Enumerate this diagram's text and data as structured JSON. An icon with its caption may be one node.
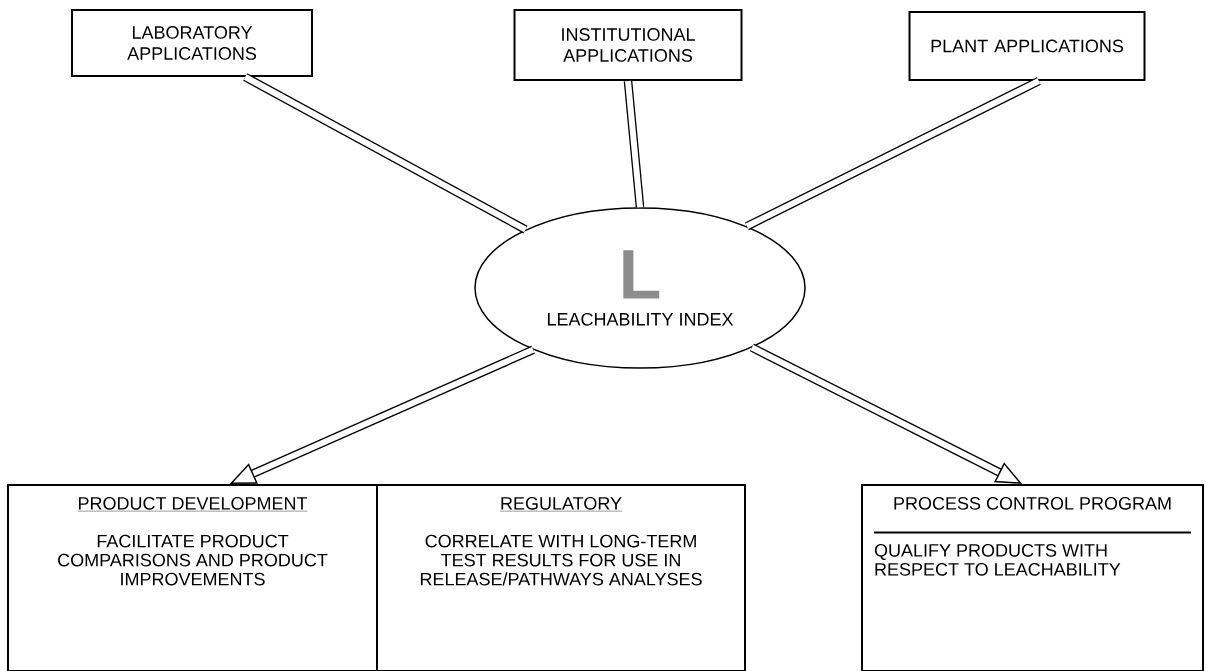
{
  "diagram": {
    "nodes": [
      {
        "text": [
          "LABORATORY APPLICATIONS"
        ]
      },
      {
        "text": [
          "INSTITUTIONAL APPLICATIONS"
        ]
      },
      {
        "text": [
          "PLANT APPLICATIONS"
        ]
      },
      {
        "text": [
          "L",
          "LEACHABILITY INDEX"
        ]
      },
      {
        "text": [
          "PRODUCT DEVELOPMENT",
          "FACILITATE PRODUCT COMPARISONS AND PRODUCT IMPROVEMENTS"
        ]
      },
      {
        "text": [
          "REGULATORY",
          "CORRELATE WITH LONG-TERM TEST RESULTS FOR USE IN RELEASE/PATHWAYS ANALYSES"
        ]
      },
      {
        "text": [
          "PROCESS CONTROL PROGRAM",
          "QUALIFY PRODUCTS WITH RESPECT TO LEACHABILITY"
        ]
      }
    ],
    "edges": [
      {
        "from": 0,
        "to": 3,
        "arrow": "none"
      },
      {
        "from": 1,
        "to": 3,
        "arrow": "none"
      },
      {
        "from": 2,
        "to": 3,
        "arrow": "none"
      },
      {
        "from": 3,
        "to": 4,
        "arrow": "to"
      },
      {
        "from": 3,
        "to": 6,
        "arrow": "to"
      }
    ]
  }
}
